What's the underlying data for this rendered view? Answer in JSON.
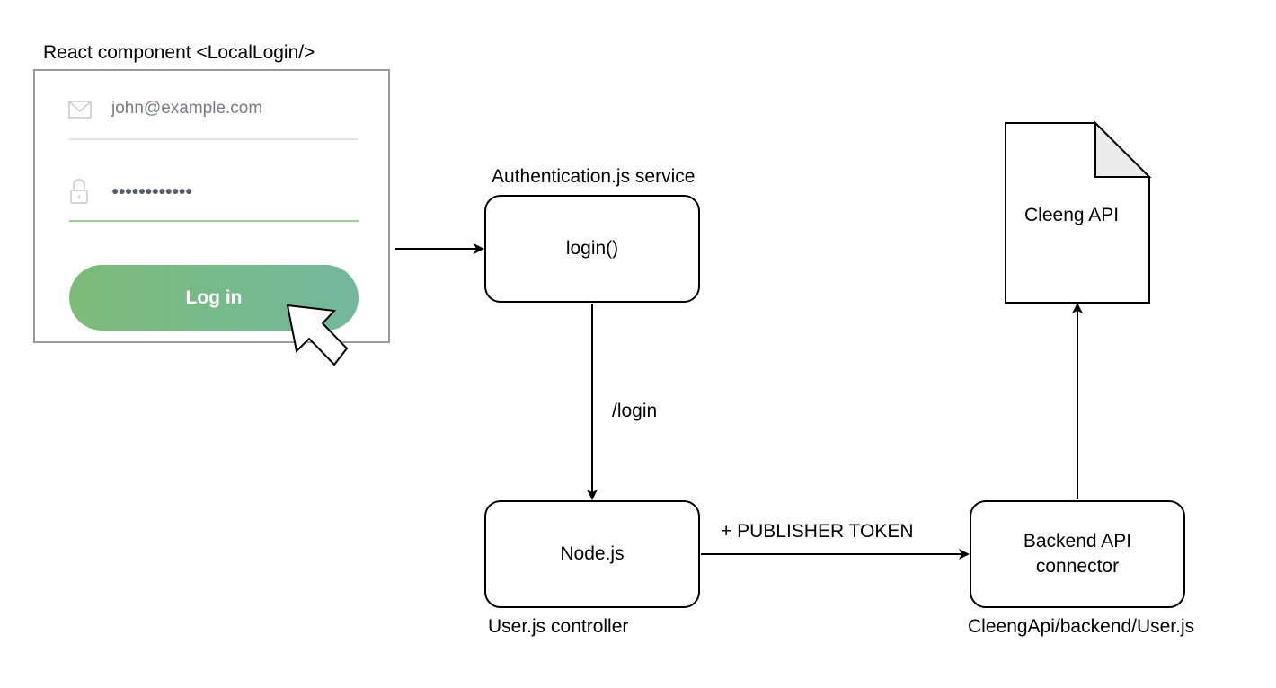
{
  "component_label": "React component <LocalLogin/>",
  "login_form": {
    "email_value": "john@example.com",
    "password_value": "●●●●●●●●●●●●",
    "login_button_label": "Log in",
    "accent_color": "#7cbb78"
  },
  "auth_service": {
    "caption": "Authentication.js service",
    "node_label": "login()"
  },
  "route_label": "/login",
  "node_server": {
    "node_label": "Node.js",
    "caption": "User.js controller"
  },
  "token_label": "+ PUBLISHER TOKEN",
  "backend_connector": {
    "line1": "Backend API",
    "line2": "connector",
    "caption": "CleengApi/backend/User.js"
  },
  "cleeng_api": {
    "node_label": "Cleeng API"
  },
  "icons": [
    "envelope-icon",
    "lock-icon",
    "cursor-icon"
  ]
}
